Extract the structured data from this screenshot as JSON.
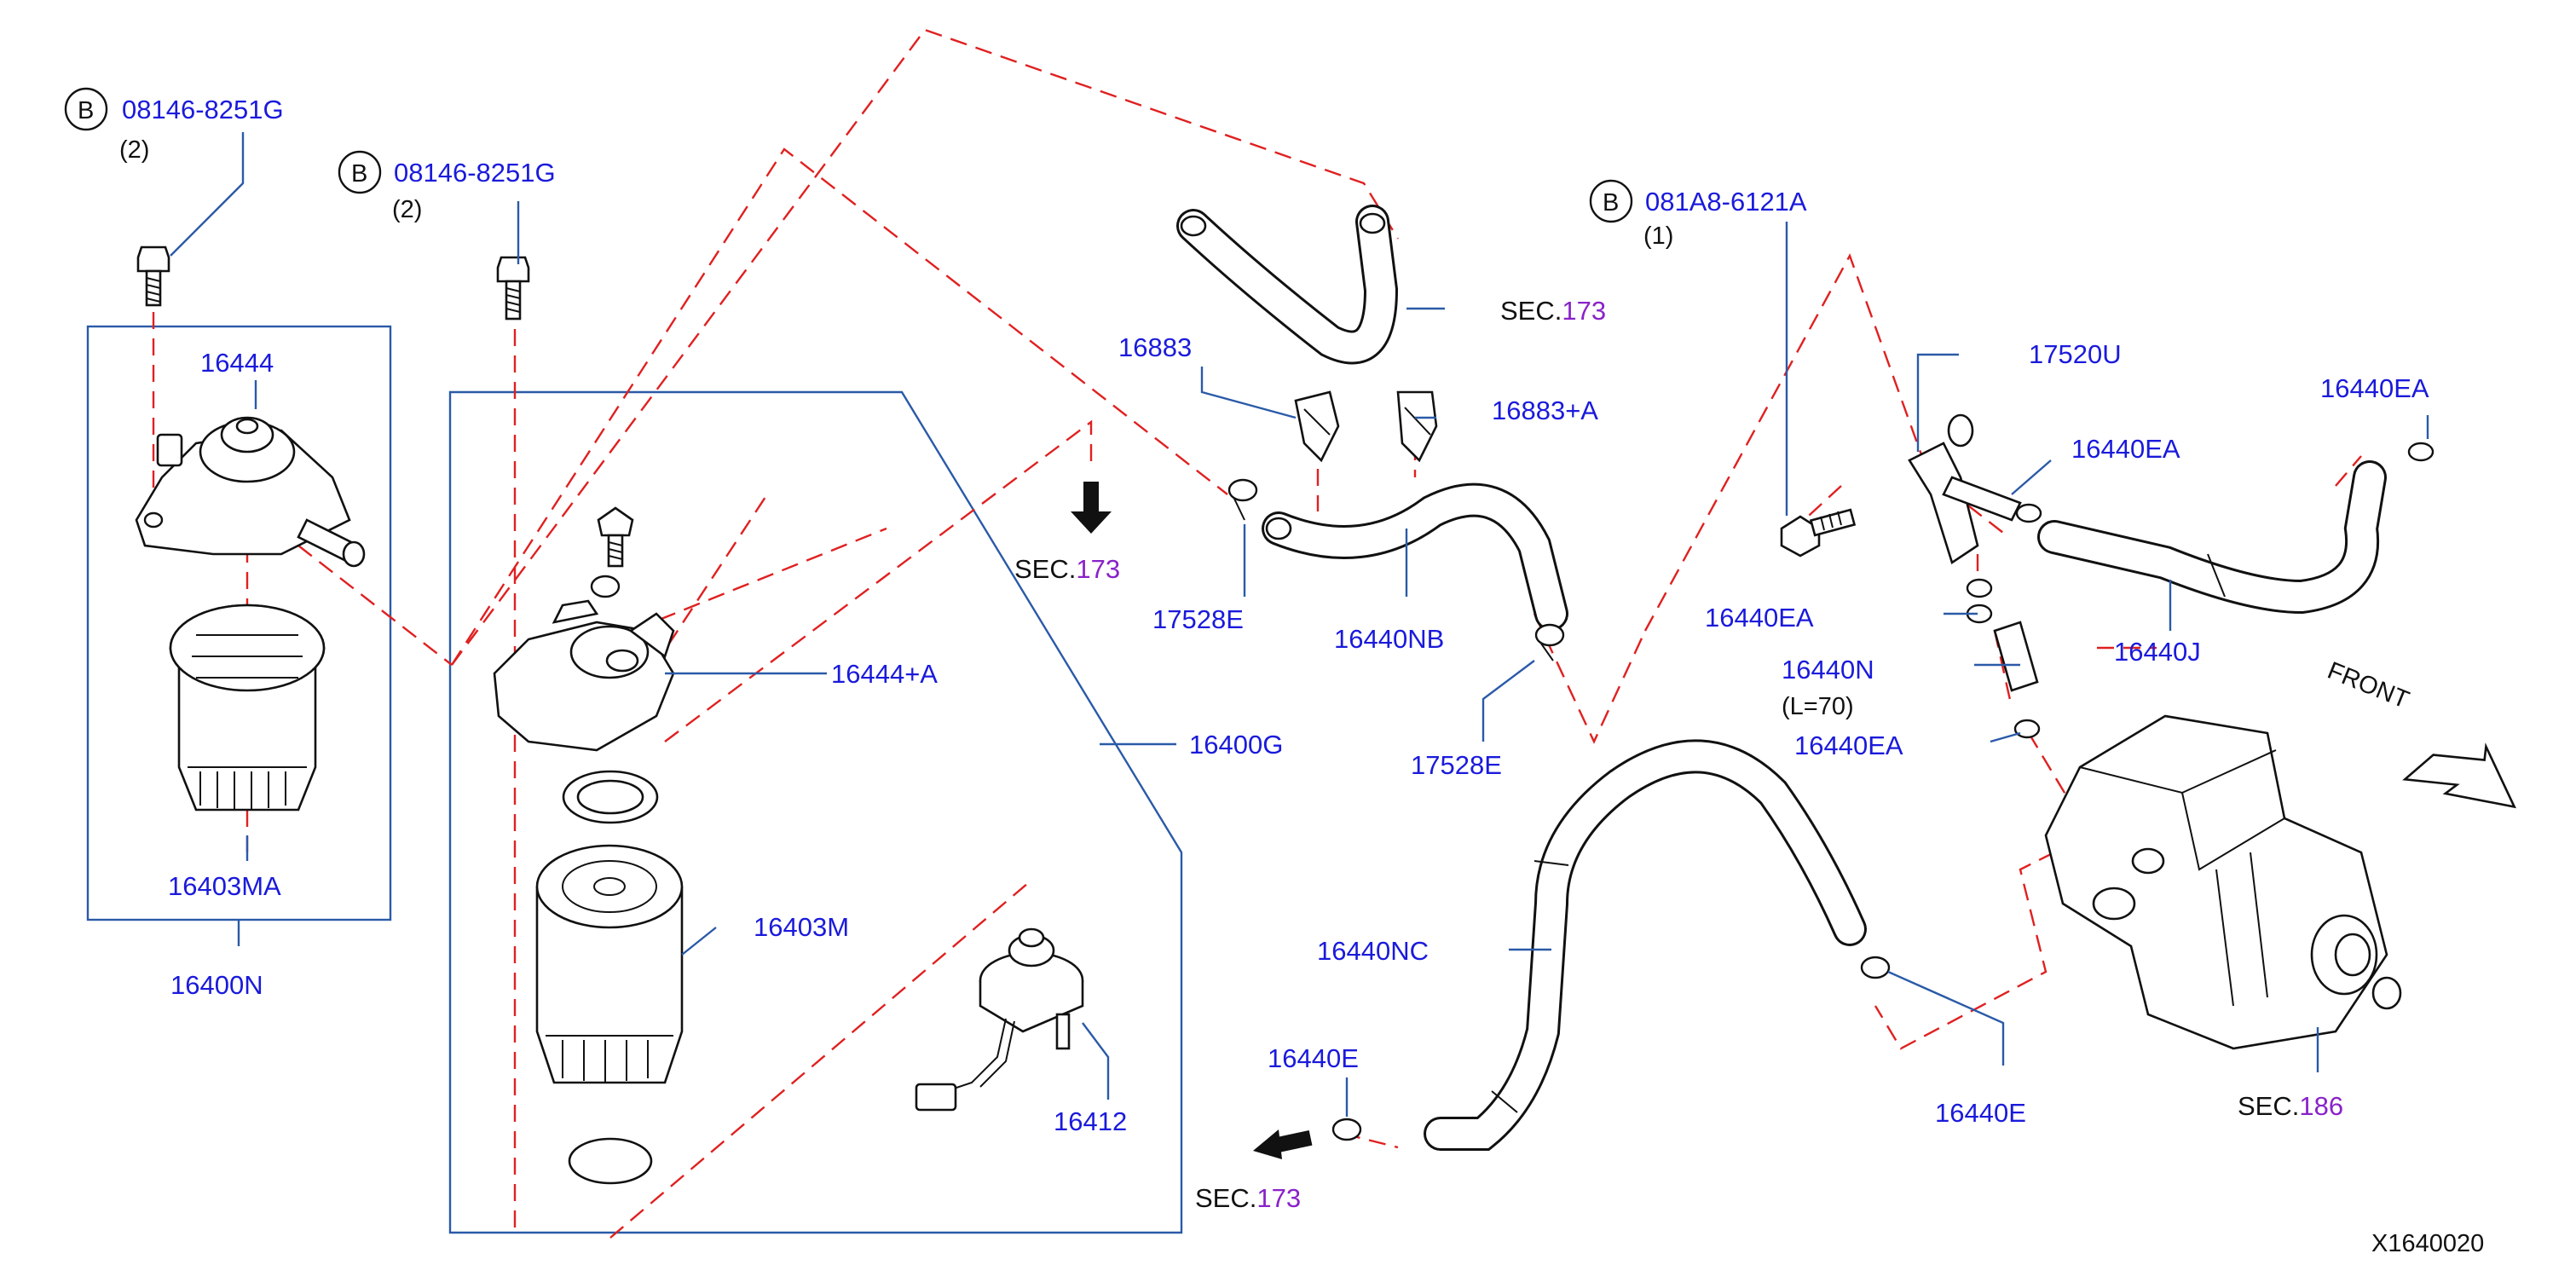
{
  "labels": {
    "bolt1_b": "B",
    "bolt1_pn": "08146-8251G",
    "bolt1_qty": "(2)",
    "bolt2_b": "B",
    "bolt2_pn": "08146-8251G",
    "bolt2_qty": "(2)",
    "bolt3_b": "B",
    "bolt3_pn": "081A8-6121A",
    "bolt3_qty": "(1)",
    "p16444": "16444",
    "p16403MA": "16403MA",
    "p16400N": "16400N",
    "p16444A": "16444+A",
    "p16400G": "16400G",
    "p16403M": "16403M",
    "p16412": "16412",
    "p16883": "16883",
    "p16883A": "16883+A",
    "p17528E_a": "17528E",
    "p16440NB": "16440NB",
    "p17528E_b": "17528E",
    "p17520U": "17520U",
    "p16440EA_a": "16440EA",
    "p16440EA_b": "16440EA",
    "p16440EA_c": "16440EA",
    "p16440EA_d": "16440EA",
    "p16440N": "16440N",
    "p16440N_len": "(L=70)",
    "p16440J": "16440J",
    "p16440NC": "16440NC",
    "p16440E_a": "16440E",
    "p16440E_b": "16440E",
    "front": "FRONT",
    "diagram_id": "X1640020"
  },
  "sections": {
    "sec_word": "SEC.",
    "sec173_a": "173",
    "sec173_b": "173",
    "sec173_c": "173",
    "sec186": "186"
  },
  "colors": {
    "part_number": "#1a1adc",
    "section_number": "#8a22c8",
    "leader_line": "#2a5aa8",
    "dashed_line": "#e02020",
    "drawing": "#111111"
  }
}
